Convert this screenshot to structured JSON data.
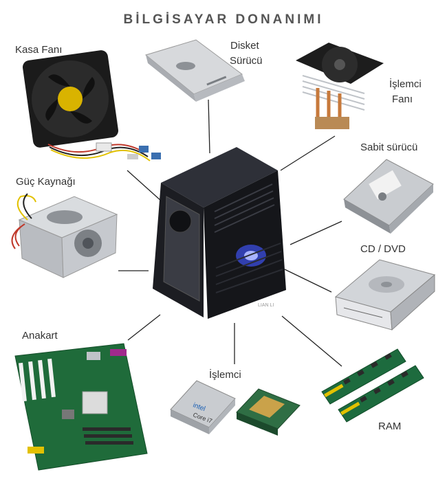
{
  "title": "BİLGİSAYAR DONANIMI",
  "labels": {
    "kasa_fani": "Kasa Fanı",
    "disket_line1": "Disket",
    "disket_line2": "Sürücü",
    "islemci_fani_line1": "İşlemci",
    "islemci_fani_line2": "Fanı",
    "sabit_surucu": "Sabit sürücü",
    "guc_kaynagi": "Güç Kaynağı",
    "cd_dvd": "CD / DVD",
    "anakart": "Anakart",
    "islemci": "İşlemci",
    "ram": "RAM",
    "cpu_brand": "intel",
    "cpu_model": "Core i7",
    "case_brand": "LIAN LI"
  },
  "colors": {
    "connector": "#222222",
    "case": "#1c1d22",
    "case_accent": "#3b4de0",
    "board": "#1f6b3a",
    "ram_board": "#1d6b3e",
    "metal": "#c9ccd0",
    "fan_hub": "#d9b300"
  }
}
